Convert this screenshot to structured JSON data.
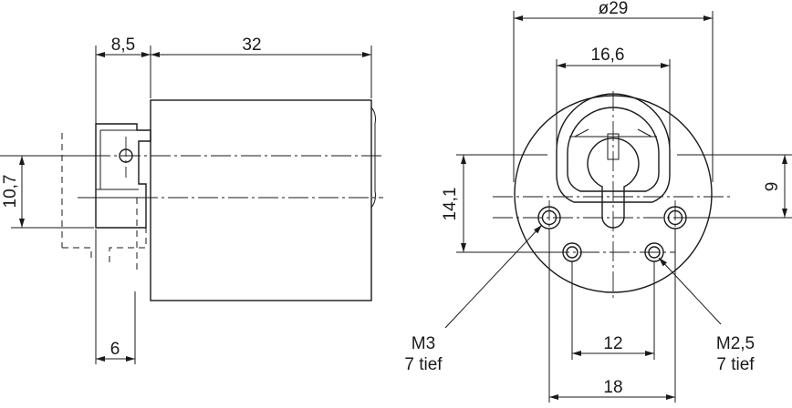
{
  "side_view": {
    "dim_flange_width": "8,5",
    "dim_body_length": "32",
    "dim_shaft_height": "10,7",
    "dim_bottom_offset": "6"
  },
  "front_view": {
    "dim_outer_diameter": "ø29",
    "dim_inner_width": "16,6",
    "dim_hole_height": "14,1",
    "dim_shaft_offset": "9",
    "dim_hole_spacing_m25": "12",
    "dim_hole_spacing_m3": "18",
    "callout_m3_thread": "M3",
    "callout_m3_depth": "7 tief",
    "callout_m25_thread": "M2,5",
    "callout_m25_depth": "7 tief"
  }
}
